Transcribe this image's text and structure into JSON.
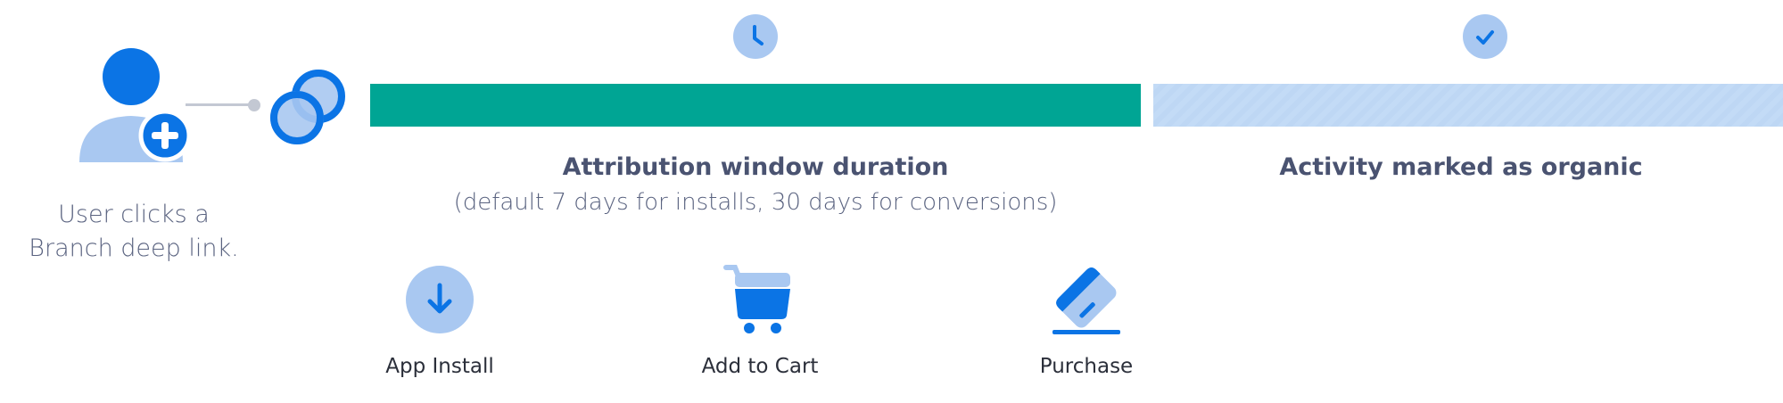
{
  "colors": {
    "primary_blue": "#0b74e5",
    "light_blue": "#a9c8f1",
    "green_bar": "#00a594",
    "organic_bar": "#c3dbf6",
    "text_muted": "#5a6380",
    "text_title": "#4a5371"
  },
  "icons": {
    "user": "user-add-icon",
    "link": "branch-link-icon",
    "clock": "clock-icon",
    "check": "check-icon",
    "install": "download-icon",
    "cart": "cart-icon",
    "purchase": "credit-card-icon"
  },
  "user_step": {
    "caption_line1": "User clicks a",
    "caption_line2": "Branch deep link."
  },
  "attribution": {
    "title": "Attribution window duration",
    "subtitle": "(default 7 days for installs, 30 days for conversions)"
  },
  "organic": {
    "title": "Activity marked as organic"
  },
  "events": [
    {
      "label": "App Install"
    },
    {
      "label": "Add to Cart"
    },
    {
      "label": "Purchase"
    }
  ]
}
